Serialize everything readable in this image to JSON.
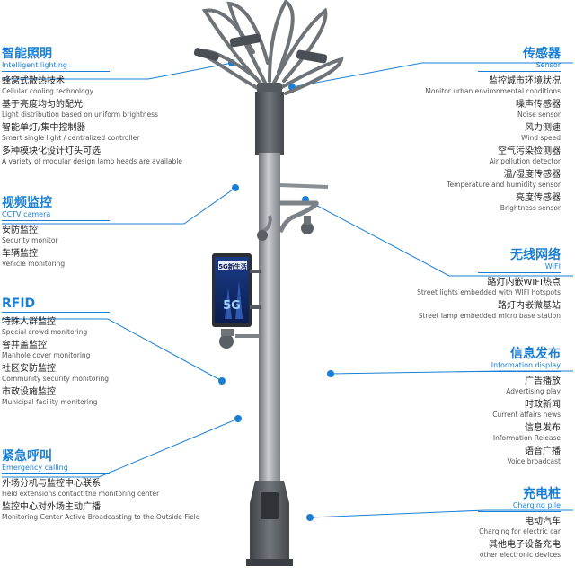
{
  "colors": {
    "accent": "#1a7fd4",
    "text": "#222222",
    "subtext": "#555555",
    "pole": "#8c9096"
  },
  "screen_badge": "5G新生活",
  "screen_mark": "5G",
  "left_sections": [
    {
      "title": "智能照明",
      "subtitle": "Intelligent lighting",
      "items": [
        {
          "cn": "蜂窝式散热技术",
          "en": "Cellular cooling technology"
        },
        {
          "cn": "基于亮度均匀的配光",
          "en": "Light distribution based on uniform brightness"
        },
        {
          "cn": "智能单灯/集中控制器",
          "en": "Smart single light / centralized controller"
        },
        {
          "cn": "多种模块化设计灯头可选",
          "en": "A variety of modular design lamp heads are available"
        }
      ]
    },
    {
      "title": "视频监控",
      "subtitle": "CCTV camera",
      "items": [
        {
          "cn": "安防监控",
          "en": "Security monitor"
        },
        {
          "cn": "车辆监控",
          "en": "Vehicle monitoring"
        }
      ]
    },
    {
      "title": "RFID",
      "subtitle": "",
      "items": [
        {
          "cn": "特殊人群监控",
          "en": "Special crowd monitoring"
        },
        {
          "cn": "窨井盖监控",
          "en": "Manhole cover monitoring"
        },
        {
          "cn": "社区安防监控",
          "en": "Community security monitoring"
        },
        {
          "cn": "市政设施监控",
          "en": "Municipal facility monitoring"
        }
      ]
    },
    {
      "title": "紧急呼叫",
      "subtitle": "Emergency calling",
      "items": [
        {
          "cn": "外场分机与监控中心联系",
          "en": "Field extensions contact the monitoring center"
        },
        {
          "cn": "监控中心对外场主动广播",
          "en": "Monitoring Center Active Broadcasting to the Outside Field"
        }
      ]
    }
  ],
  "right_sections": [
    {
      "title": "传感器",
      "subtitle": "Sensor",
      "items": [
        {
          "cn": "监控城市环境状况",
          "en": "Monitor urban environmental conditions"
        },
        {
          "cn": "噪声传感器",
          "en": "Noise sensor"
        },
        {
          "cn": "风力测速",
          "en": "Wind speed"
        },
        {
          "cn": "空气污染检测器",
          "en": "Air pollution detector"
        },
        {
          "cn": "温/湿度传感器",
          "en": "Temperature and humidity sensor"
        },
        {
          "cn": "亮度传感器",
          "en": "Brightness sensor"
        }
      ]
    },
    {
      "title": "无线网络",
      "subtitle": "WIFI",
      "items": [
        {
          "cn": "路灯内嵌WIFI热点",
          "en": "Street lights embedded with WIFI hotspots"
        },
        {
          "cn": "路灯内嵌微基站",
          "en": "Street lamp embedded micro base station"
        }
      ]
    },
    {
      "title": "信息发布",
      "subtitle": "Information display",
      "items": [
        {
          "cn": "广告播放",
          "en": "Advertising play"
        },
        {
          "cn": "时政新闻",
          "en": "Current affairs news"
        },
        {
          "cn": "信息发布",
          "en": "Information Release"
        },
        {
          "cn": "语音广播",
          "en": "Voice broadcast"
        }
      ]
    },
    {
      "title": "充电桩",
      "subtitle": "Charging pile",
      "items": [
        {
          "cn": "电动汽车",
          "en": "Charging for electric car"
        },
        {
          "cn": "其他电子设备充电",
          "en": "other electronic devices"
        }
      ]
    }
  ]
}
